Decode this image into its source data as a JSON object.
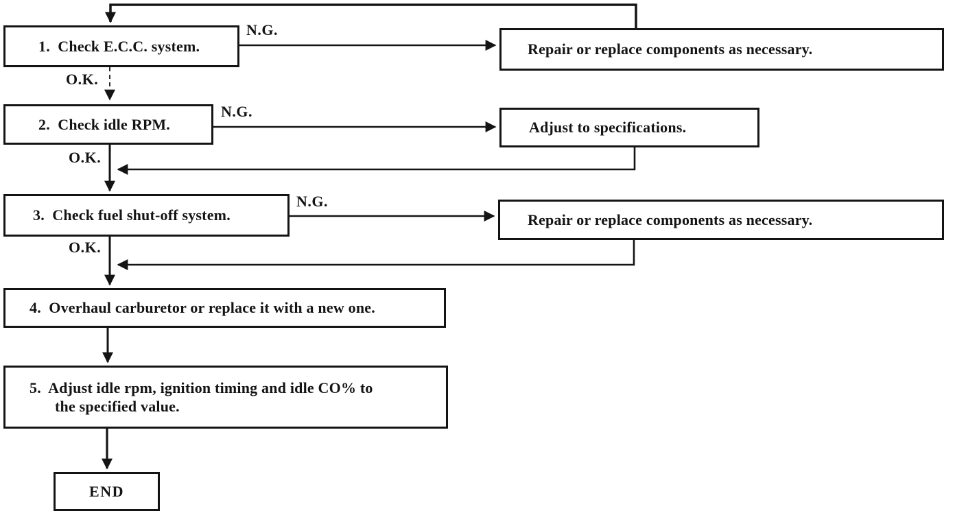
{
  "flow": {
    "steps": [
      {
        "label": "1.  Check E.C.C. system."
      },
      {
        "label": "2.  Check idle RPM."
      },
      {
        "label": "3.  Check fuel shut-off system."
      },
      {
        "label": "4.  Overhaul carburetor or replace it with a new one."
      },
      {
        "line1": "5.  Adjust idle rpm, ignition timing and idle CO% to",
        "line2": "the specified value."
      },
      {
        "label": "END"
      }
    ],
    "results": [
      {
        "label": "Repair or replace components as necessary."
      },
      {
        "label": "Adjust to specifications."
      },
      {
        "label": "Repair or replace components as necessary."
      }
    ],
    "edge_labels": {
      "ng1": "N.G.",
      "ok1": "O.K.",
      "ng2": "N.G.",
      "ok2": "O.K.",
      "ng3": "N.G.",
      "ok3": "O.K."
    },
    "colors": {
      "ink": "#141414",
      "paper": "#ffffff"
    }
  }
}
